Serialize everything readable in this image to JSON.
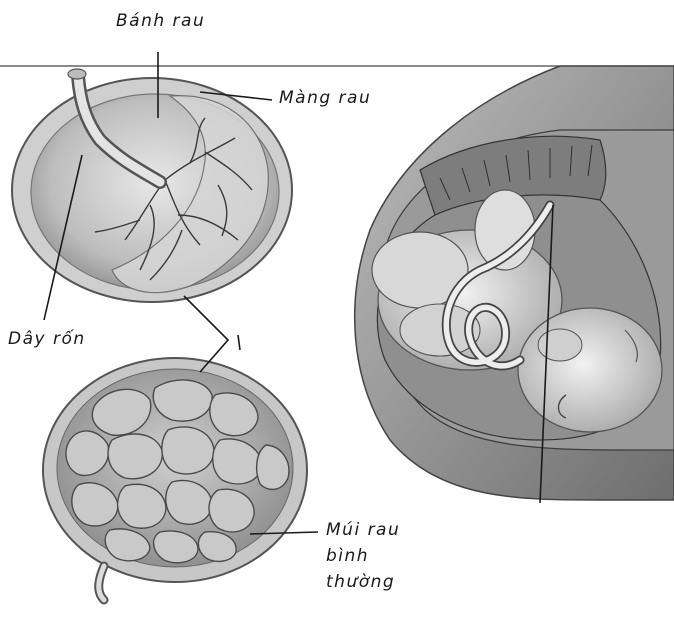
{
  "labels": {
    "banh_rau": "Bánh rau",
    "mang_rau": "Màng rau",
    "day_ron": "Dây rốn",
    "mui_rau_line1": "Múi rau",
    "mui_rau_line2": "bình",
    "mui_rau_line3": "thường"
  },
  "colors": {
    "background": "#ffffff",
    "ink": "#1a1a1a",
    "tissue_light": "#d9d9d9",
    "tissue_mid": "#a8a8a8",
    "tissue_dark": "#5e5e5e"
  }
}
